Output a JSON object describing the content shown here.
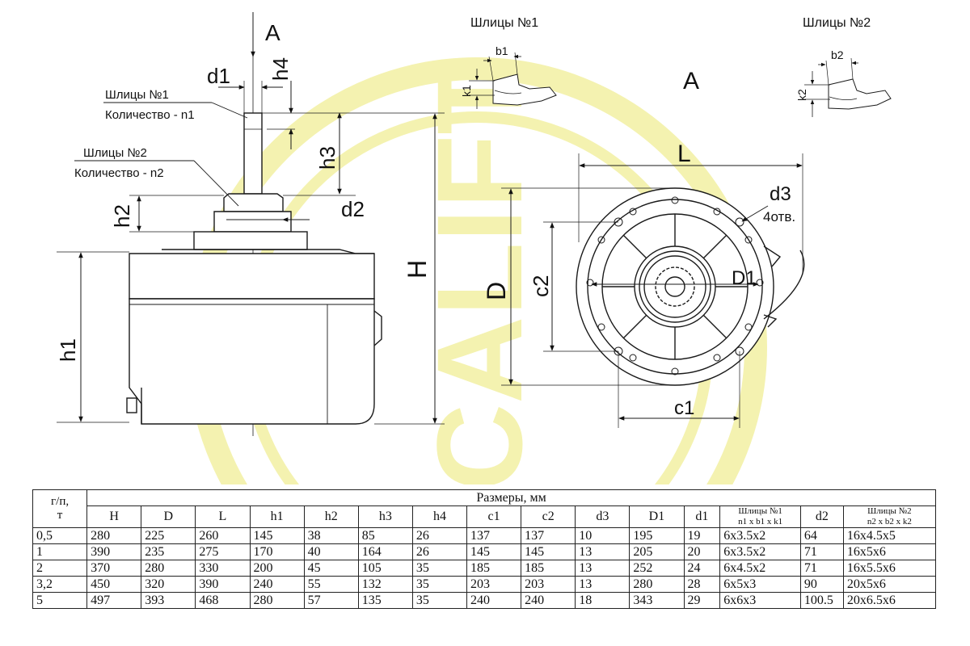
{
  "watermark": "OCALIFT",
  "labels": {
    "view_arrow_left": "A",
    "view_label_right": "A",
    "d1": "d1",
    "h4": "h4",
    "splines1_name": "Шлицы №1",
    "splines1_qty": "Количество - n1",
    "splines2_name": "Шлицы №2",
    "splines2_qty": "Количество - n2",
    "h3": "h3",
    "h2": "h2",
    "d2": "d2",
    "H": "H",
    "h1": "h1",
    "D": "D",
    "c2": "c2",
    "L": "L",
    "d3": "d3",
    "holes": "4отв.",
    "D1": "D1",
    "c1": "c1",
    "detail1_title": "Шлицы №1",
    "b1": "b1",
    "k1": "k1",
    "detail2_title": "Шлицы №2",
    "b2": "b2",
    "k2": "k2"
  },
  "table": {
    "load_header_line1": "г/п,",
    "load_header_line2": "т",
    "dims_header": "Размеры, мм",
    "columns": [
      "H",
      "D",
      "L",
      "h1",
      "h2",
      "h3",
      "h4",
      "c1",
      "c2",
      "d3",
      "D1",
      "d1"
    ],
    "splines1_header_line1": "Шлицы №1",
    "splines1_header_line2": "n1 x b1 x k1",
    "d2_header": "d2",
    "splines2_header_line1": "Шлицы №2",
    "splines2_header_line2": "n2 x b2 x k2",
    "rows": [
      [
        "0,5",
        "280",
        "225",
        "260",
        "145",
        "38",
        "85",
        "26",
        "137",
        "137",
        "10",
        "195",
        "19",
        "6x3.5x2",
        "64",
        "16x4.5x5"
      ],
      [
        "1",
        "390",
        "235",
        "275",
        "170",
        "40",
        "164",
        "26",
        "145",
        "145",
        "13",
        "205",
        "20",
        "6x3.5x2",
        "71",
        "16x5x6"
      ],
      [
        "2",
        "370",
        "280",
        "330",
        "200",
        "45",
        "105",
        "35",
        "185",
        "185",
        "13",
        "252",
        "24",
        "6x4.5x2",
        "71",
        "16x5.5x6"
      ],
      [
        "3,2",
        "450",
        "320",
        "390",
        "240",
        "55",
        "132",
        "35",
        "203",
        "203",
        "13",
        "280",
        "28",
        "6x5x3",
        "90",
        "20x5x6"
      ],
      [
        "5",
        "497",
        "393",
        "468",
        "280",
        "57",
        "135",
        "35",
        "240",
        "240",
        "18",
        "343",
        "29",
        "6x6x3",
        "100.5",
        "20x6.5x6"
      ]
    ]
  },
  "colors": {
    "watermark": "#f4f2b0",
    "line": "#1a1a1a"
  }
}
